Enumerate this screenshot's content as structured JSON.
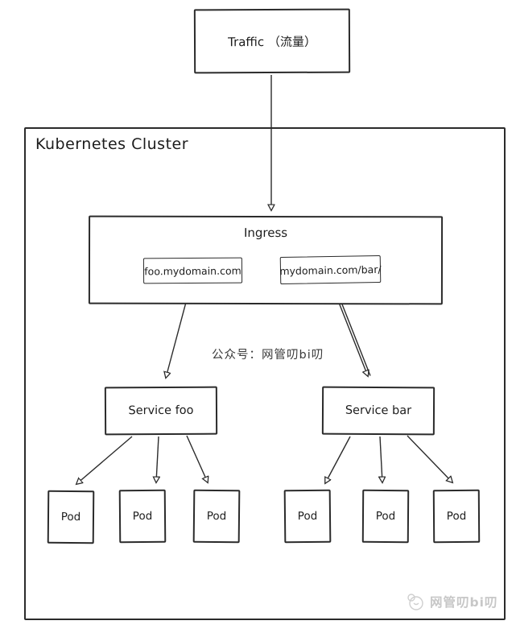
{
  "diagram": {
    "traffic": {
      "label": "Traffic （流量）"
    },
    "cluster": {
      "label": "Kubernetes Cluster"
    },
    "ingress": {
      "label": "Ingress",
      "rules": [
        {
          "label": "foo.mydomain.com"
        },
        {
          "label": "mydomain.com/bar/"
        }
      ]
    },
    "services": [
      {
        "label": "Service foo"
      },
      {
        "label": "Service bar"
      }
    ],
    "pods": [
      "Pod",
      "Pod",
      "Pod",
      "Pod",
      "Pod",
      "Pod"
    ],
    "watermark_center": "公众号：网管叨bi叨",
    "watermark_footer": "网管叨bi叨",
    "colors": {
      "stroke": "#2b2b2b",
      "text": "#1c1c1c",
      "watermark_center": "#3a3a3a",
      "watermark_footer": "#c7c7c7",
      "background": "#ffffff"
    }
  }
}
